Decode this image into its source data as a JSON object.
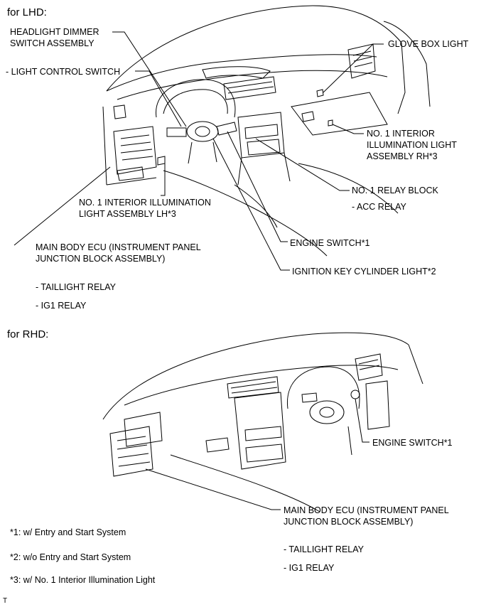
{
  "sections": {
    "lhd": "for LHD:",
    "rhd": "for RHD:"
  },
  "lhd_labels": {
    "headlight_dimmer": "HEADLIGHT DIMMER\nSWITCH ASSEMBLY",
    "light_control": "- LIGHT CONTROL SWITCH",
    "glove_box_light": "GLOVE BOX LIGHT",
    "interior_rh": "NO. 1 INTERIOR\nILLUMINATION LIGHT\nASSEMBLY RH*3",
    "relay_block": "NO. 1 RELAY BLOCK",
    "acc_relay": "- ACC RELAY",
    "interior_lh": "NO. 1 INTERIOR ILLUMINATION\nLIGHT ASSEMBLY LH*3",
    "engine_switch": "ENGINE SWITCH*1",
    "main_body_ecu": "MAIN BODY ECU (INSTRUMENT PANEL\nJUNCTION BLOCK ASSEMBLY)",
    "ignition_key": "IGNITION KEY CYLINDER LIGHT*2",
    "taillight_relay": "- TAILLIGHT RELAY",
    "ig1_relay": "- IG1 RELAY"
  },
  "rhd_labels": {
    "engine_switch": "ENGINE SWITCH*1",
    "main_body_ecu": "MAIN BODY ECU (INSTRUMENT PANEL\nJUNCTION BLOCK ASSEMBLY)",
    "taillight_relay": "- TAILLIGHT RELAY",
    "ig1_relay": "- IG1 RELAY"
  },
  "footnotes": {
    "n1": "*1: w/ Entry and Start System",
    "n2": "*2: w/o Entry and Start System",
    "n3": "*3: w/ No. 1 Interior Illumination Light"
  },
  "corner_mark": "T"
}
